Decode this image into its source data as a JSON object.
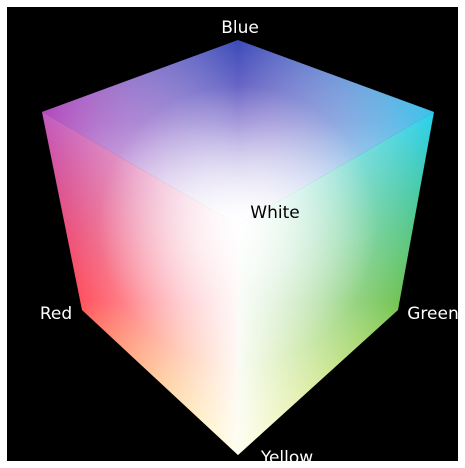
{
  "cube": {
    "corners": {
      "top": {
        "label": "Blue",
        "color": "#3b4bb8"
      },
      "center": {
        "label": "White",
        "color": "#ffffff"
      },
      "left": {
        "label": "Red",
        "color": "#ff1a1a"
      },
      "right": {
        "label": "Green",
        "color": "#55b835"
      },
      "bottom": {
        "label": "Yellow",
        "color": "#ffe81a"
      },
      "top_left": {
        "color": "#bb3fb8"
      },
      "top_right": {
        "color": "#2ad0f0"
      }
    }
  },
  "colors": {
    "background": "#000000",
    "frame": "#ffffff",
    "label_on_dark": "#ffffff",
    "label_on_light": "#000000"
  }
}
